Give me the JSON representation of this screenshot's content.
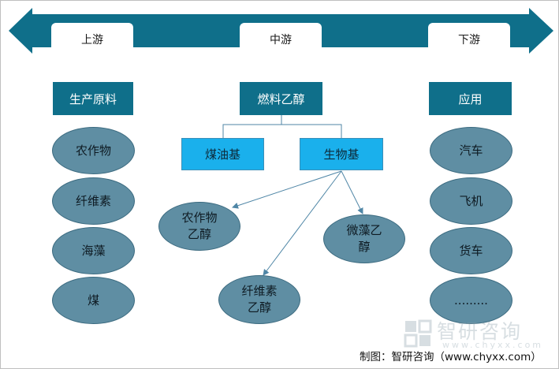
{
  "stages": {
    "upstream": "上游",
    "midstream": "中游",
    "downstream": "下游"
  },
  "upstream": {
    "header": "生产原料",
    "items": [
      "农作物",
      "纤维素",
      "海藻",
      "煤"
    ]
  },
  "midstream": {
    "header": "燃料乙醇",
    "branches": [
      "煤油基",
      "生物基"
    ],
    "products": [
      {
        "lines": [
          "农作物",
          "乙醇"
        ]
      },
      {
        "lines": [
          "微藻乙",
          "醇"
        ]
      },
      {
        "lines": [
          "纤维素",
          "乙醇"
        ]
      }
    ]
  },
  "downstream": {
    "header": "应用",
    "items": [
      "汽车",
      "飞机",
      "货车",
      "........."
    ]
  },
  "watermark": {
    "name": "智研咨询",
    "url": "www.chyxx.com"
  },
  "credit": "制图：智研咨询（www.chyxx.com）",
  "colors": {
    "arrow": "#0f6f8a",
    "header_box": "#0f6f8a",
    "branch_box": "#1ab0ec",
    "ellipse": "#5f8ea3",
    "connector": "#4f86a6"
  }
}
